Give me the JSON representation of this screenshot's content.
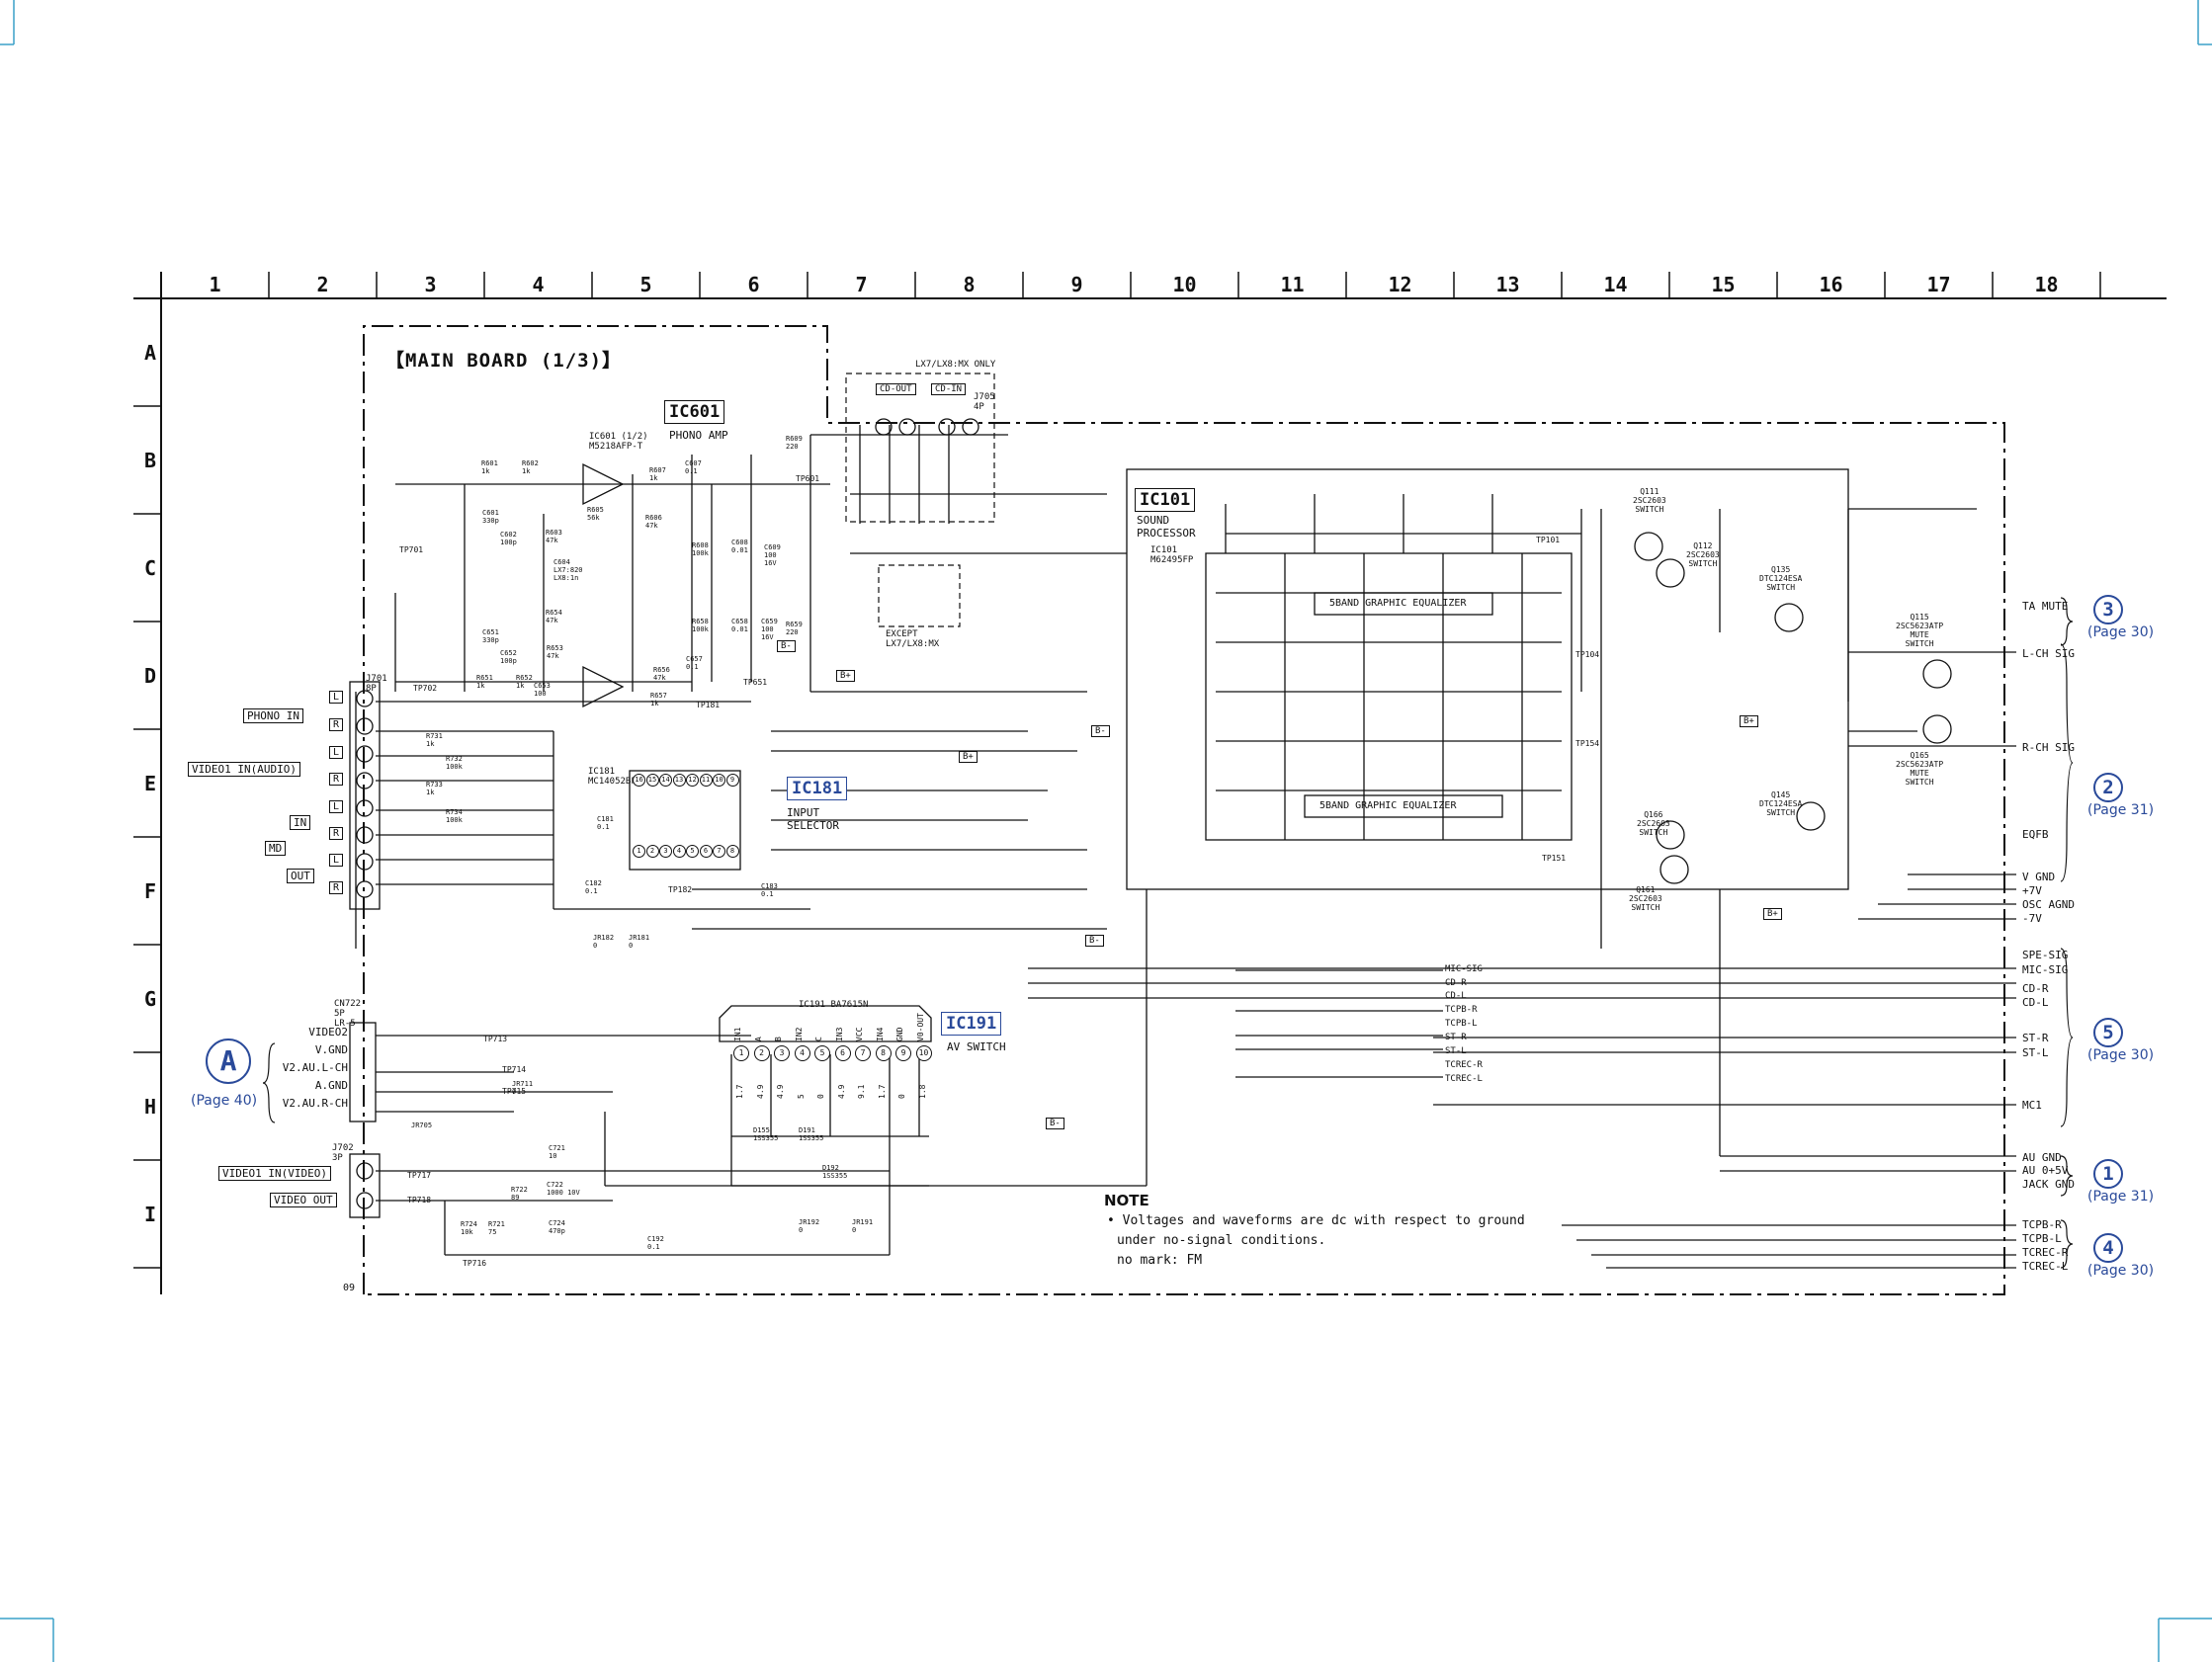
{
  "grid": {
    "columns": [
      "1",
      "2",
      "3",
      "4",
      "5",
      "6",
      "7",
      "8",
      "9",
      "10",
      "11",
      "12",
      "13",
      "14",
      "15",
      "16",
      "17",
      "18"
    ],
    "rows": [
      "A",
      "B",
      "C",
      "D",
      "E",
      "F",
      "G",
      "H",
      "I"
    ]
  },
  "board_title": "【MAIN BOARD (1/3)】",
  "ics": {
    "ic601": {
      "name": "IC601",
      "function": "PHONO AMP",
      "part": "IC601 (1/2)\nM5218AFP-T"
    },
    "ic101": {
      "name": "IC101",
      "function": "SOUND\nPROCESSOR",
      "part": "IC101\nM62495FP"
    },
    "ic181": {
      "name": "IC181",
      "function": "INPUT\nSELECTOR",
      "part": "IC181\nMC14052BF"
    },
    "ic191": {
      "name": "IC191",
      "function": "AV SWITCH",
      "part": "IC191 BA7615N"
    }
  },
  "ic191_pins": [
    "IN1",
    "A",
    "B",
    "IN2",
    "C",
    "IN3",
    "VCC",
    "IN4",
    "GND",
    "V0-OUT"
  ],
  "ic191_pin_nums": [
    "1",
    "2",
    "3",
    "4",
    "5",
    "6",
    "7",
    "8",
    "9",
    "10"
  ],
  "ic191_voltages": [
    "1.7",
    "4.9",
    "4.9",
    "5",
    "0",
    "4.9",
    "9.1",
    "1.7",
    "0",
    "1.8"
  ],
  "ic181_top_pins": [
    "16",
    "15",
    "14",
    "13",
    "12",
    "11",
    "10",
    "9"
  ],
  "ic181_bottom_pins": [
    "1",
    "2",
    "3",
    "4",
    "5",
    "6",
    "7",
    "8"
  ],
  "inputs_left": {
    "phono_in": "PHONO IN",
    "video1_in_audio": "VIDEO1 IN(AUDIO)",
    "md": "MD",
    "md_in": "IN",
    "md_out": "OUT",
    "video1_in_video": "VIDEO1 IN(VIDEO)",
    "video_out": "VIDEO OUT",
    "lr_L": "L",
    "lr_R": "R"
  },
  "connector_a": {
    "letter": "A",
    "page": "(Page 40)",
    "signals": [
      "VIDEO2",
      "V.GND",
      "V2.AU.L-CH",
      "A.GND",
      "V2.AU.R-CH"
    ],
    "ref": "CN722\n5P\nLR-5"
  },
  "jack_refs": {
    "j701": "J701\n8P",
    "j702": "J702\n3P",
    "j705": "J705\n4P"
  },
  "lx_box": {
    "title": "LX7/LX8:MX ONLY",
    "cd_out": "CD-OUT",
    "cd_in": "CD-IN",
    "except": "EXCEPT\nLX7/LX8:MX"
  },
  "right_connectors": [
    {
      "num": "3",
      "page": "(Page 30)",
      "signals": [
        "TA MUTE"
      ]
    },
    {
      "num": "2",
      "page": "(Page 31)",
      "signals": [
        "L-CH SIG",
        "R-CH SIG",
        "EQFB"
      ]
    },
    {
      "num": "5",
      "page": "(Page 30)",
      "signals": [
        "SPE-SIG",
        "MIC-SIG",
        "CD-R",
        "CD-L",
        "ST-R",
        "ST-L",
        "MC1"
      ]
    },
    {
      "num": "1",
      "page": "(Page 31)",
      "signals": [
        "AU GND",
        "AU 0+5V",
        "JACK GND"
      ]
    },
    {
      "num": "4",
      "page": "(Page 30)",
      "signals": [
        "TCPB-R",
        "TCPB-L",
        "TCREC-R",
        "TCREC-L"
      ]
    }
  ],
  "power_lines": [
    "V GND",
    "+7V",
    "OSC AGND",
    "-7V"
  ],
  "inner_signals": [
    "MIC-SIG",
    "CD-R",
    "CD-L",
    "TCPB-R",
    "TCPB-L",
    "ST-R",
    "ST-L",
    "TCREC-R",
    "TCREC-L"
  ],
  "transistors": [
    {
      "ref": "Q111\n2SC2603\nSWITCH"
    },
    {
      "ref": "Q112\n2SC2603\nSWITCH"
    },
    {
      "ref": "Q135\nDTC124ESA\nSWITCH"
    },
    {
      "ref": "Q115\n2SC5623ATP\nMUTE\nSWITCH"
    },
    {
      "ref": "Q165\n2SC5623ATP\nMUTE\nSWITCH"
    },
    {
      "ref": "Q145\nDTC124ESA\nSWITCH"
    },
    {
      "ref": "Q166\n2SC2603\nSWITCH"
    },
    {
      "ref": "Q161\n2SC2603\nSWITCH"
    }
  ],
  "eq_blocks": [
    "5BAND GRAPHIC EQUALIZER",
    "5BAND GRAPHIC EQUALIZER"
  ],
  "test_points": [
    "TP701",
    "TP702",
    "TP601",
    "TP651",
    "TP181",
    "TP182",
    "TP713",
    "TP714",
    "TP715",
    "TP716",
    "TP717",
    "TP718",
    "TP151",
    "TP101",
    "TP104",
    "TP154"
  ],
  "components": {
    "resistors": [
      "R601\n1k",
      "R602\n1k",
      "R603\n47k",
      "R605\n56k",
      "R606\n47k",
      "R607\n1k",
      "R608\n100k",
      "R609\n220",
      "R651\n1k",
      "R652\n1k",
      "R653\n47k",
      "R654\n47k",
      "R656\n47k",
      "R657\n1k",
      "R658\n100k",
      "R659\n220",
      "R731\n1k",
      "R732\n100k",
      "R733\n1k",
      "R734\n100k",
      "R721\n75",
      "R722\n89",
      "R724\n10k"
    ],
    "capacitors": [
      "C601\n330p",
      "C602\n100p",
      "C604\nLX7:820\nLX8:1n",
      "C607\n0.1",
      "C608\n0.01",
      "C609\n100\n16V",
      "C651\n330p",
      "C652\n100p",
      "C653\n100",
      "C657\n0.1",
      "C658\n0.01",
      "C659\n100\n16V",
      "C721\n10",
      "C722\n1000 10V",
      "C724\n470p",
      "C192\n0.1",
      "C181\n0.1",
      "C182\n0.1",
      "C183\n0.1"
    ],
    "diodes": [
      "D155\n1SS355",
      "D191\n1SS355",
      "D192\n1SS355"
    ],
    "jumpers": [
      "JR182\n0",
      "JR181\n0",
      "JR192\n0",
      "JR191\n0",
      "JR705",
      "JR711\n0"
    ]
  },
  "b_plus_labels": [
    "B+",
    "B-",
    "B+",
    "B-",
    "B+",
    "B-",
    "B+",
    "B-"
  ],
  "note": {
    "title": "NOTE",
    "lines": [
      "• Voltages and waveforms are dc with respect to ground",
      "under no-signal conditions.",
      "no mark: FM"
    ]
  },
  "footer_ref": "09",
  "colors": {
    "ink": "#111111",
    "accent_blue": "#2a4a9a",
    "frame_cyan": "#3aa0c8"
  }
}
